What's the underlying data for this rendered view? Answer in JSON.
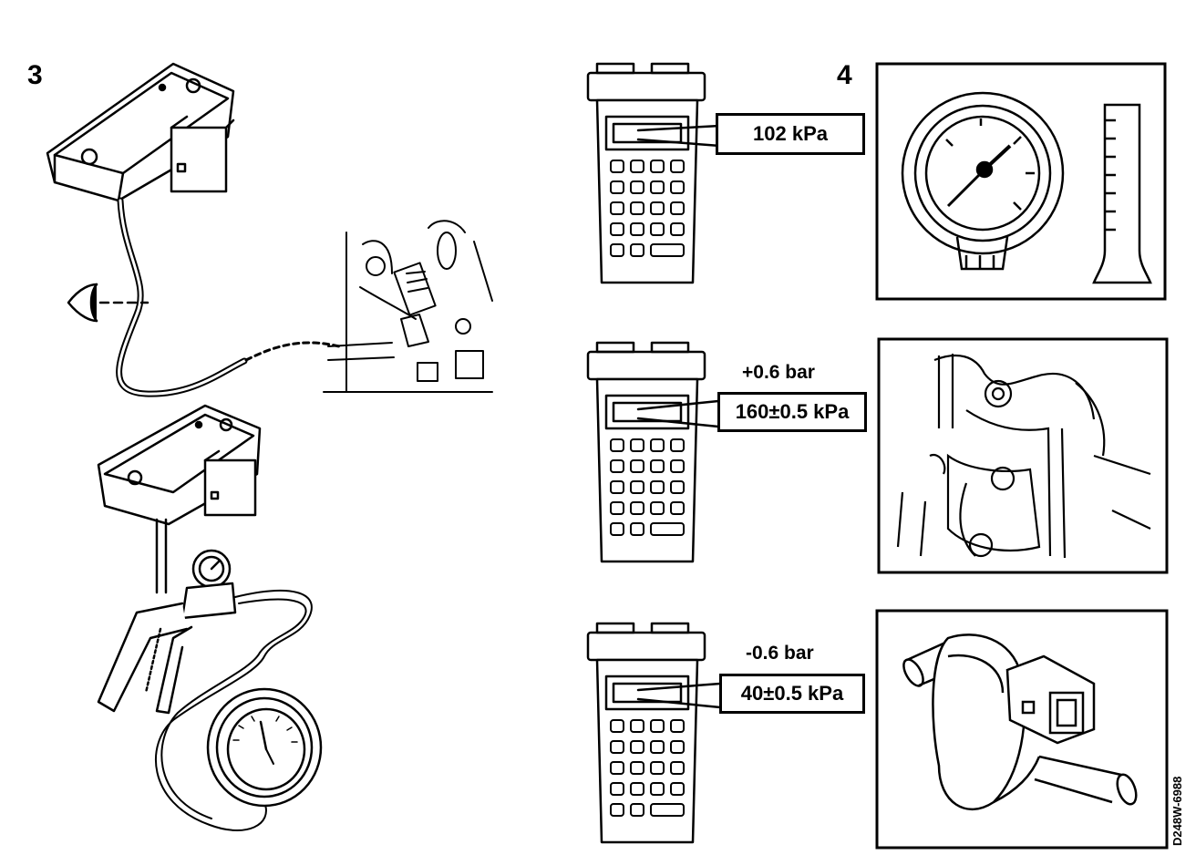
{
  "figure_left": {
    "number": "3"
  },
  "figure_right": {
    "number": "4"
  },
  "readings": [
    {
      "delta": "",
      "value": "102 kPa"
    },
    {
      "delta": "+0.6 bar",
      "value": "160±0.5 kPa"
    },
    {
      "delta": "-0.6 bar",
      "value": "40±0.5 kPa"
    }
  ],
  "doc_code": "D248W-6988"
}
